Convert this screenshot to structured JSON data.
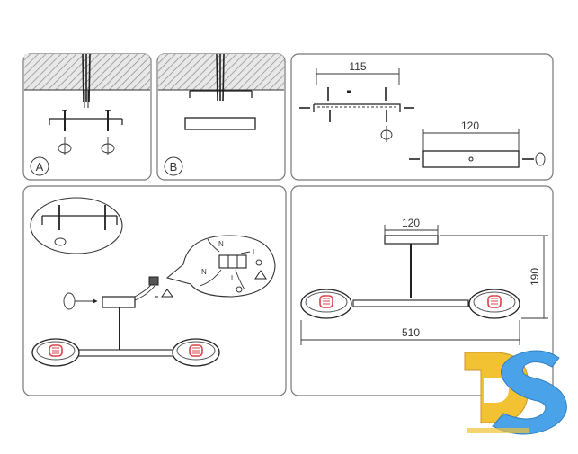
{
  "panels": {
    "a": {
      "label": "A"
    },
    "b": {
      "label": "B"
    },
    "c": {
      "dim_top": "115",
      "dim_base": "120"
    },
    "d": {
      "wire_n_top": "N",
      "wire_l_top": "L",
      "wire_n_bottom": "N",
      "wire_l_bottom": "L"
    },
    "e": {
      "dim_width": "510",
      "dim_base": "120",
      "dim_height": "190"
    }
  },
  "logo": {
    "letters": "DS",
    "color_d": "#f2c233",
    "color_s": "#4aa3e8"
  },
  "colors": {
    "bulb": "#d9434a",
    "panel_border": "#777777"
  }
}
